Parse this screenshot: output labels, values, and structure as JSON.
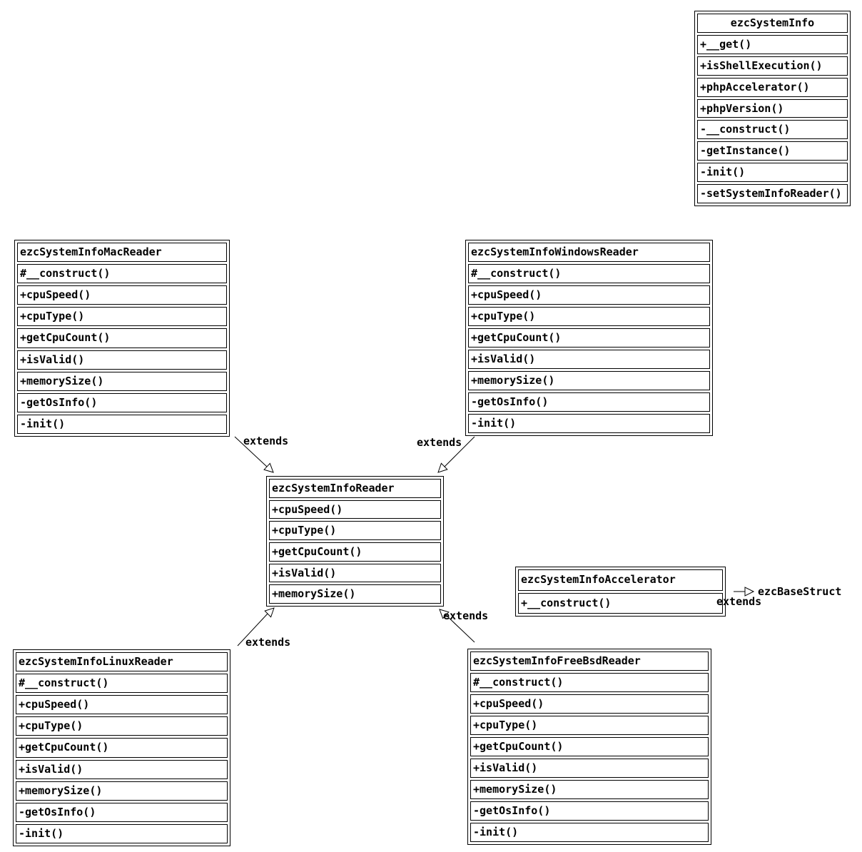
{
  "colors": {
    "background": "#ffffff",
    "line": "#000000",
    "text": "#000000"
  },
  "classes": {
    "info": {
      "name": "ezcSystemInfo",
      "methods": [
        "+__get()",
        "+isShellExecution()",
        "+phpAccelerator()",
        "+phpVersion()",
        "-__construct()",
        "-getInstance()",
        "-init()",
        "-setSystemInfoReader()"
      ]
    },
    "mac": {
      "name": "ezcSystemInfoMacReader",
      "methods": [
        "#__construct()",
        "+cpuSpeed()",
        "+cpuType()",
        "+getCpuCount()",
        "+isValid()",
        "+memorySize()",
        "-getOsInfo()",
        "-init()"
      ]
    },
    "windows": {
      "name": "ezcSystemInfoWindowsReader",
      "methods": [
        "#__construct()",
        "+cpuSpeed()",
        "+cpuType()",
        "+getCpuCount()",
        "+isValid()",
        "+memorySize()",
        "-getOsInfo()",
        "-init()"
      ]
    },
    "reader": {
      "name": "ezcSystemInfoReader",
      "methods": [
        "+cpuSpeed()",
        "+cpuType()",
        "+getCpuCount()",
        "+isValid()",
        "+memorySize()"
      ]
    },
    "accelerator": {
      "name": "ezcSystemInfoAccelerator",
      "methods": [
        "+__construct()"
      ]
    },
    "linux": {
      "name": "ezcSystemInfoLinuxReader",
      "methods": [
        "#__construct()",
        "+cpuSpeed()",
        "+cpuType()",
        "+getCpuCount()",
        "+isValid()",
        "+memorySize()",
        "-getOsInfo()",
        "-init()"
      ]
    },
    "freebsd": {
      "name": "ezcSystemInfoFreeBsdReader",
      "methods": [
        "#__construct()",
        "+cpuSpeed()",
        "+cpuType()",
        "+getCpuCount()",
        "+isValid()",
        "+memorySize()",
        "-getOsInfo()",
        "-init()"
      ]
    }
  },
  "labels": {
    "extends_mac": "extends",
    "extends_windows": "extends",
    "extends_linux": "extends",
    "extends_freebsd": "extends",
    "extends_accelerator": "extends",
    "base_struct": "ezcBaseStruct"
  }
}
